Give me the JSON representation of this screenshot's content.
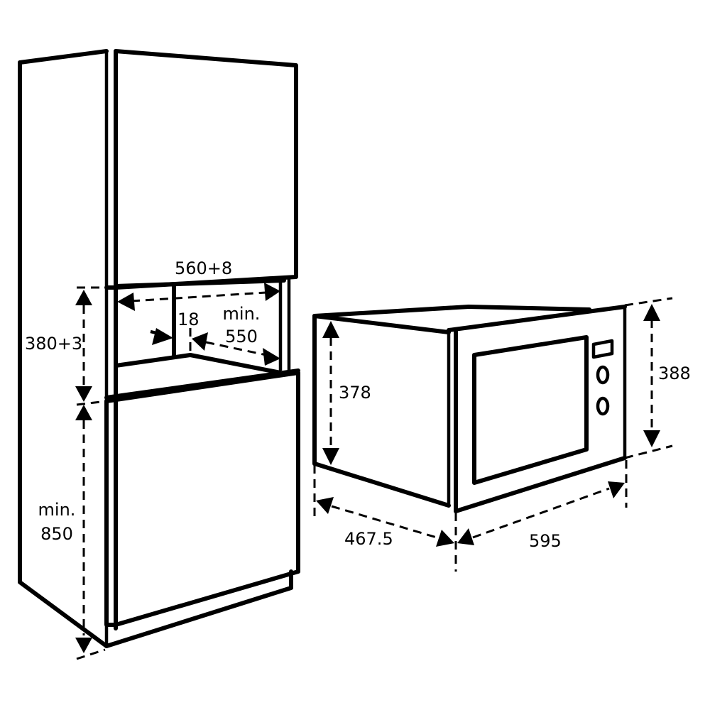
{
  "diagram": {
    "type": "built-in microwave installation diagram",
    "colors": {
      "line": "#000000",
      "background": "#ffffff"
    },
    "cabinet": {
      "width_label": "560+8",
      "niche_height_label": "380+3",
      "thickness_label": "18",
      "depth_label_line1": "min.",
      "depth_label_line2": "550",
      "base_height_label_line1": "min.",
      "base_height_label_line2": "850"
    },
    "appliance": {
      "body_height_label": "378",
      "front_height_label": "388",
      "depth_label": "467.5",
      "width_label": "595",
      "controls": [
        "display",
        "knob-upper",
        "knob-lower"
      ]
    }
  }
}
